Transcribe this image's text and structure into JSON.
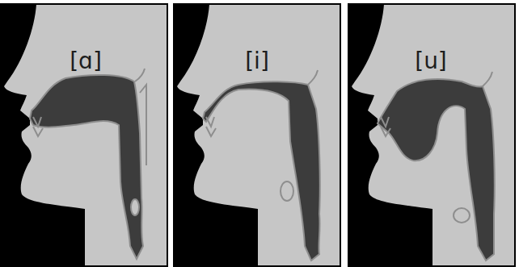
{
  "diagram": {
    "labels": [
      "[ɑ]",
      "[i]",
      "[u]"
    ]
  }
}
